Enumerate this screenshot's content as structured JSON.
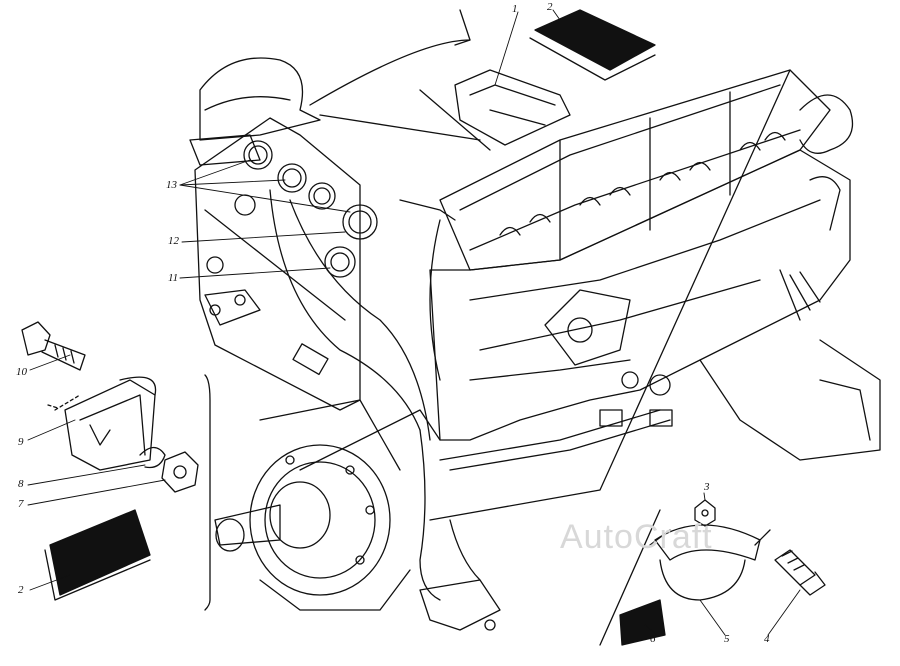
{
  "callouts": {
    "c1": "1",
    "c2a": "2",
    "c2b": "2",
    "c3": "3",
    "c4": "4",
    "c5": "5",
    "c6": "6",
    "c7": "7",
    "c8": "8",
    "c9": "9",
    "c10": "10",
    "c11": "11",
    "c12": "12",
    "c13": "13"
  },
  "watermark": "AutoCraft",
  "colors": {
    "ink": "#111111",
    "paper": "#ffffff",
    "watermark": "#d8d8d8"
  }
}
